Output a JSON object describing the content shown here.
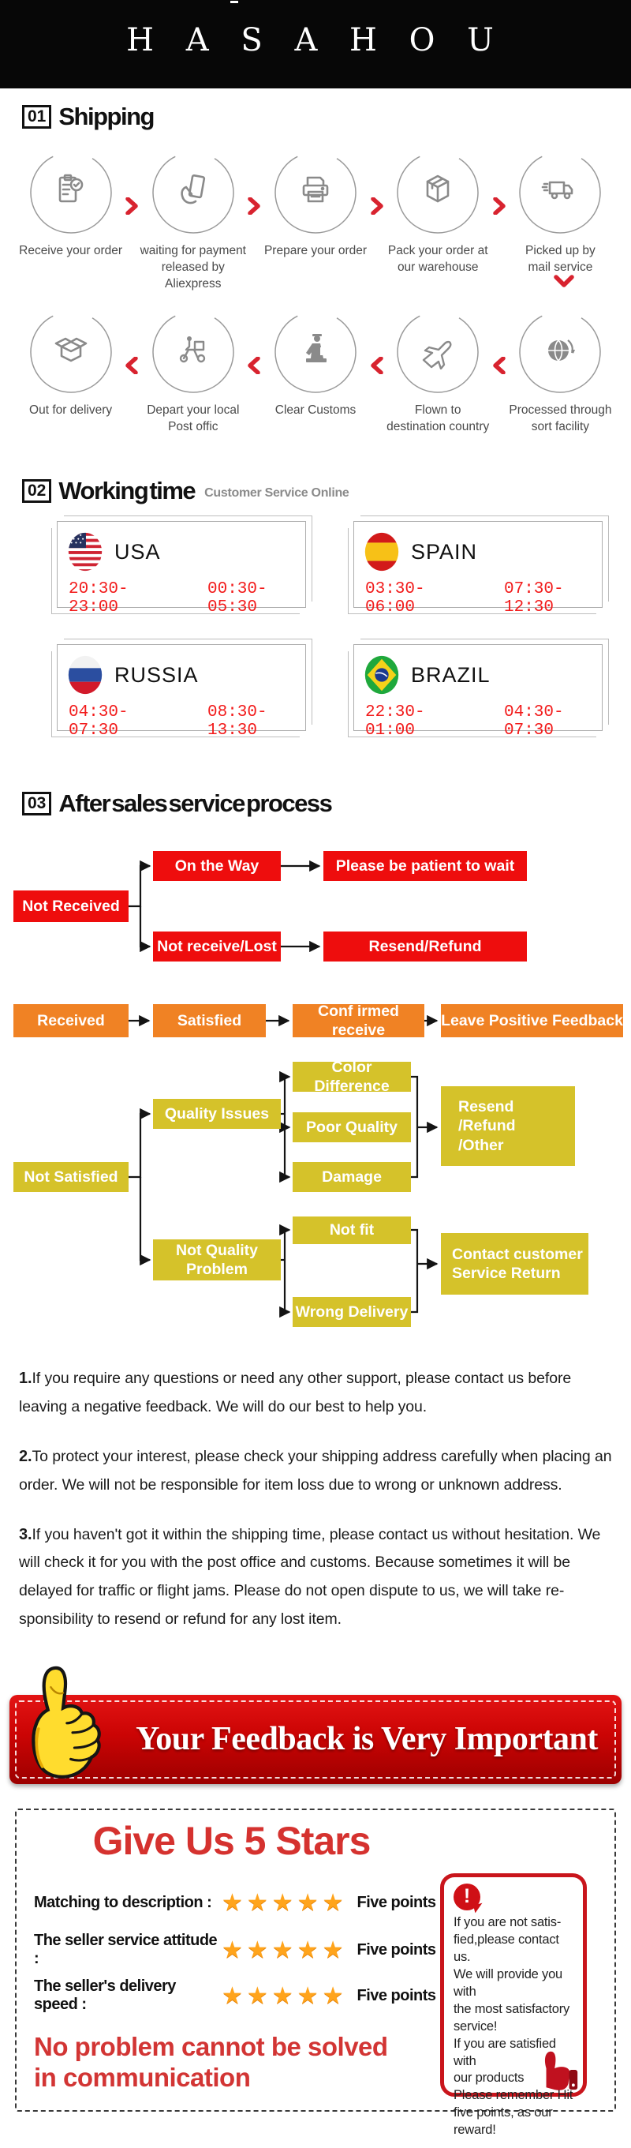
{
  "brand": "H A S A H O U",
  "sections": {
    "s1": {
      "num": "01",
      "title": "Shipping"
    },
    "s2": {
      "num": "02",
      "title": "Working time",
      "subtitle": "Customer Service Online"
    },
    "s3": {
      "num": "03",
      "title": "After sales service process"
    }
  },
  "shipping": {
    "row1": [
      {
        "icon": "order-clipboard-icon",
        "label": "Receive your order"
      },
      {
        "icon": "payment-hand-card-icon",
        "label": "waiting for payment\nreleased by Aliexpress"
      },
      {
        "icon": "printer-icon",
        "label": "Prepare your order"
      },
      {
        "icon": "package-box-icon",
        "label": "Pack your order at\nour warehouse"
      },
      {
        "icon": "truck-icon",
        "label": "Picked up by\nmail service"
      }
    ],
    "row2": [
      {
        "icon": "open-box-icon",
        "label": "Out for delivery"
      },
      {
        "icon": "delivery-scooter-icon",
        "label": "Depart your local\nPost offic"
      },
      {
        "icon": "customs-officer-icon",
        "label": "Clear Customs"
      },
      {
        "icon": "airplane-icon",
        "label": "Flown to\ndestination country"
      },
      {
        "icon": "globe-icon",
        "label": "Processed through\nsort facility"
      }
    ]
  },
  "working_time": [
    {
      "flag": "usa",
      "country": "USA",
      "time1": "20:30-23:00",
      "time2": "00:30-05:30"
    },
    {
      "flag": "spain",
      "country": "SPAIN",
      "time1": "03:30-06:00",
      "time2": "07:30-12:30"
    },
    {
      "flag": "russia",
      "country": "RUSSIA",
      "time1": "04:30-07:30",
      "time2": "08:30-13:30"
    },
    {
      "flag": "brazil",
      "country": "BRAZIL",
      "time1": "22:30-01:00",
      "time2": "04:30-07:30"
    }
  ],
  "flowchart": {
    "not_received": "Not Received",
    "on_the_way": "On the Way",
    "patient": "Please be patient to wait",
    "not_receive_lost": "Not receive/Lost",
    "resend_refund": "Resend/Refund",
    "received": "Received",
    "satisfied": "Satisfied",
    "confirmed": "Conf irmed receive",
    "leave_feedback": "Leave Positive Feedback",
    "not_satisfied": "Not Satisfied",
    "quality_issues": "Quality Issues",
    "color_difference": "Color Difference",
    "poor_quality": "Poor Quality",
    "damage": "Damage",
    "resend_other": "Resend\n/Refund\n/Other",
    "not_quality": "Not Quality\nProblem",
    "not_fit": "Not fit",
    "wrong_delivery": "Wrong Delivery",
    "contact_customer": "Contact customer\nService Return"
  },
  "notes": [
    {
      "num": "1.",
      "text": "If you require any questions or need any other support, please contact us before leaving a negative feedback. We will do our best to help you."
    },
    {
      "num": "2.",
      "text": "To protect your interest, please check your shipping address carefully when placing an order. We will not be responsible for item loss due to wrong or unknown address."
    },
    {
      "num": "3.",
      "text": "If you haven't got it within the shipping time, please contact us without hesitation. We will check it for you with the post office and customs. Because sometimes it will be delayed for traffic or flight jams. Please do not open dispute to us, we will take re-sponsibility to resend or refund for any lost item."
    }
  ],
  "banner": {
    "text": "Your Feedback is Very Important",
    "icon": "thumbs-up-icon"
  },
  "stars": {
    "title": "Give Us 5 Stars",
    "star_glyph": "★★★★★",
    "rows": [
      {
        "label": "Matching to description :",
        "points": "Five points"
      },
      {
        "label": "The seller service attitude :",
        "points": "Five points"
      },
      {
        "label": "The seller's delivery speed :",
        "points": "Five points"
      }
    ],
    "tip": "If you are not satis-\nfied,please contact us.\nWe will provide you with\nthe most satisfactory\nservice!\nIf you are satisfied with\nour products\nPlease remember Hit\nfive points, as our\nreward!",
    "slogan": "No problem cannot be solved\n in communication"
  },
  "colors": {
    "flow_red": "#ee0d0d",
    "flow_orange": "#f08224",
    "flow_yellow": "#d5c22a",
    "banner_red": "#cb0404",
    "accent_red": "#d5322f",
    "time_red": "#f21b1b",
    "star_orange": "#ffa41c",
    "icon_gray": "#8a8a8a"
  }
}
